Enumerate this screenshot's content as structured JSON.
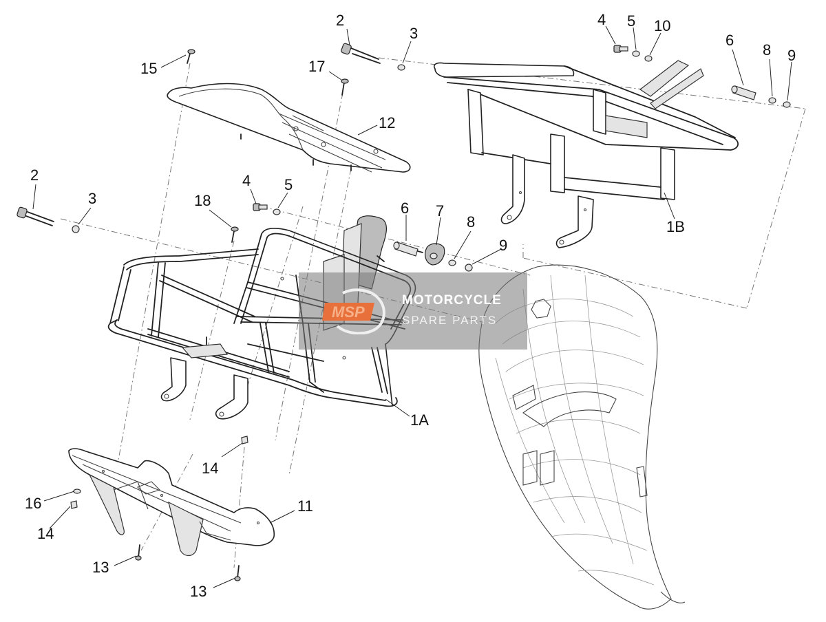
{
  "labels": {
    "l2a": "2",
    "l3a": "3",
    "l4a": "4",
    "l5a": "5",
    "l10": "10",
    "l6a": "6",
    "l8a": "8",
    "l9a": "9",
    "l15": "15",
    "l17": "17",
    "l12": "12",
    "l2b": "2",
    "l3b": "3",
    "l4b": "4",
    "l5b": "5",
    "l18": "18",
    "l6b": "6",
    "l7": "7",
    "l8b": "8",
    "l9b": "9",
    "l1B": "1B",
    "l1A": "1A",
    "l14a": "14",
    "l16": "16",
    "l14b": "14",
    "l11": "11",
    "l13a": "13",
    "l13b": "13"
  },
  "watermark": {
    "logo_text": "MSP",
    "line1": "MOTORCYCLE",
    "line2": "SPARE PARTS"
  },
  "colors": {
    "watermark_logo": "#e8703a",
    "line": "#222222"
  }
}
